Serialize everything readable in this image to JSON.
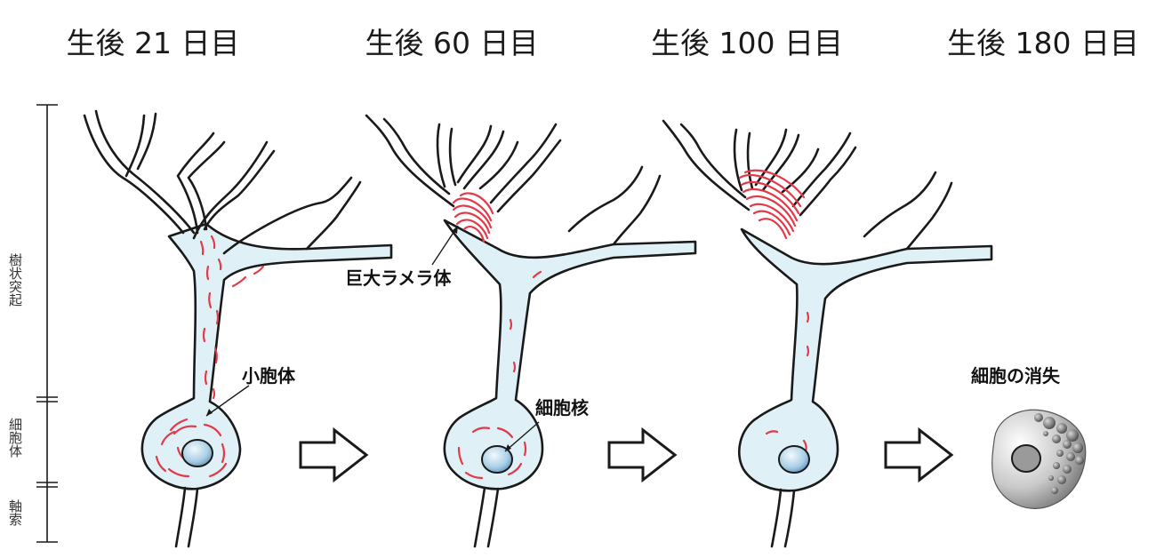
{
  "stages": [
    {
      "title": "生後 21 日目"
    },
    {
      "title": "生後 60 日目"
    },
    {
      "title": "生後 100 日目"
    },
    {
      "title": "生後 180 日目"
    }
  ],
  "regions": {
    "dendrite": "樹状突起",
    "soma": "細胞体",
    "axon": "軸索"
  },
  "callouts": {
    "small_body": "小胞体",
    "giant_lamellar_body": "巨大ラメラ体",
    "nucleus": "細胞核",
    "cell_loss": "細胞の消失"
  },
  "colors": {
    "cytoplasm": "#dff0f6",
    "lamellae": "#e23a48",
    "outline": "#1a1a1a",
    "dying_cell": "#9a9a9a"
  }
}
